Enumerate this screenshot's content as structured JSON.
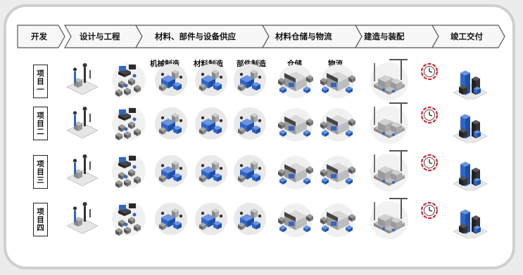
{
  "stages": [
    {
      "label": "开发"
    },
    {
      "label": "设计与工程"
    },
    {
      "label": "材料、部件与设备供应"
    },
    {
      "label": "材料仓储与物流"
    },
    {
      "label": "建造与装配"
    },
    {
      "label": "竣工交付"
    }
  ],
  "sub_columns": [
    {
      "label": "机械制造"
    },
    {
      "label": "材料制造"
    },
    {
      "label": "部件制造"
    },
    {
      "label": "仓储"
    },
    {
      "label": "物流"
    }
  ],
  "projects": [
    {
      "label": "项目一"
    },
    {
      "label": "项目二"
    },
    {
      "label": "项目三"
    },
    {
      "label": "项目四"
    }
  ],
  "colors": {
    "accent_blue": "#2f66c9",
    "clock_red": "#d8262b",
    "arrow_border": "#555555"
  },
  "icons": [
    "development-figure-icon",
    "design-team-icon",
    "machine-manufacturing-icon",
    "material-manufacturing-icon",
    "component-manufacturing-icon",
    "warehouse-icon",
    "logistics-icon",
    "construction-site-icon",
    "clock-icon",
    "completed-building-icon"
  ]
}
